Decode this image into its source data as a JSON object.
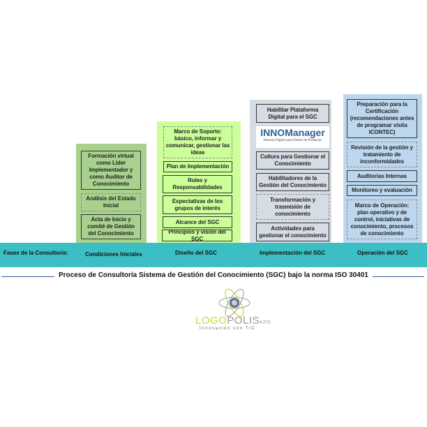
{
  "colors": {
    "band": "#3bbfc4",
    "col1": "#a9d18e",
    "col2": "#ccff99",
    "col3": "#d6dce4",
    "col4": "#bdd7ee"
  },
  "band_label": "Fases de la Consultoría:",
  "phases": [
    {
      "label": "Condiciones Iniciales",
      "boxes": [
        "Formación virtual como Líder Implementador y como Auditor de Conocimiento",
        "Análisis del Estado Inicial",
        "Acta de Inicio y comité de Gestión del Conocimiento"
      ]
    },
    {
      "label": "Diseño del  SGC",
      "boxes": [
        "Marco de Soporte: básico, informar y comunicar, gestionar las ideas",
        "Plan de Implementación",
        "Roles y Responsabilidades",
        "Expectativas de los grupos de interés",
        "Alcance del SGC",
        "Principios y visión del SGC"
      ]
    },
    {
      "label": "Implementación del SGC",
      "boxes": [
        "Habilitar Plataforma Digital para el SGC",
        "Cultura para Gestionar el Conocimiento",
        "Habilitadores de la Gestión del Conocimiento",
        "Transformación y trasmisión de conocimiento",
        "Actividades para gestionar el conocimiento"
      ],
      "logo": {
        "name": "INNOManager",
        "tagline": "Entorno Digital para Diseño de Productos"
      }
    },
    {
      "label": "Operación del  SGC",
      "boxes": [
        "Preparación para la Certificación (recomendaciones antes de programar visita ICONTEC)",
        "Revisión de la gestión y tratamiento de inconformidades",
        "Auditorias Internas",
        "Monitoreo y evaluación",
        "Marco de Operación: plan operativo y de control, iniciativas de conocimiento, procesos de conocimiento"
      ]
    }
  ],
  "title": "Proceso de Consultoría  Sistema de Gestión del Conocimiento  (SGC) bajo la norma  ISO 30401",
  "brand": {
    "name_a": "LOGO",
    "name_b": "POLIS",
    "suffix": "KPO",
    "tagline": "Innovación con TIC"
  }
}
